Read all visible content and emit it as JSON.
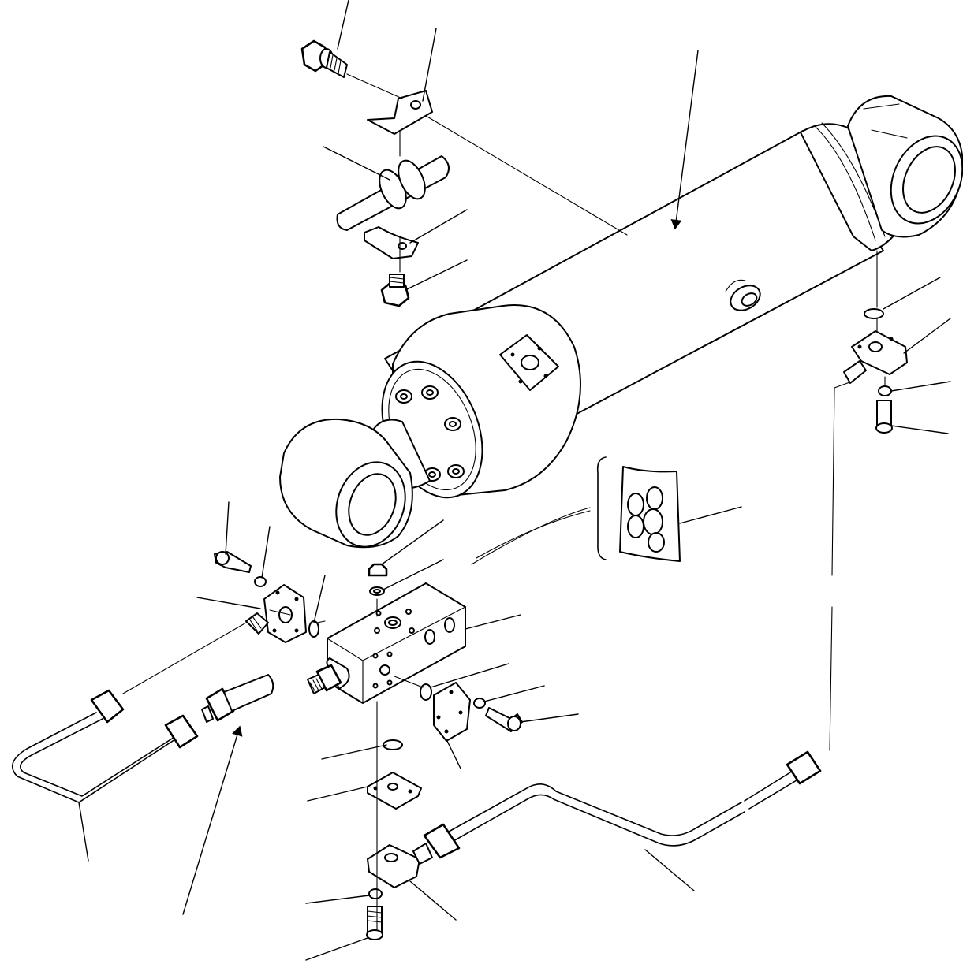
{
  "diagram": {
    "kind": "exploded-parts-view",
    "leaders": [
      {
        "id": "L1",
        "kind": "leader"
      },
      {
        "id": "L2",
        "kind": "leader"
      },
      {
        "id": "L3",
        "kind": "leader-arrow"
      },
      {
        "id": "L4",
        "kind": "leader"
      },
      {
        "id": "L5",
        "kind": "leader"
      },
      {
        "id": "L6",
        "kind": "leader"
      },
      {
        "id": "L7",
        "kind": "leader"
      },
      {
        "id": "L8",
        "kind": "leader"
      },
      {
        "id": "L9",
        "kind": "leader"
      },
      {
        "id": "L10",
        "kind": "leader"
      },
      {
        "id": "L11",
        "kind": "leader"
      },
      {
        "id": "L12",
        "kind": "leader"
      },
      {
        "id": "L13",
        "kind": "leader"
      },
      {
        "id": "L14",
        "kind": "leader"
      },
      {
        "id": "L15",
        "kind": "leader"
      },
      {
        "id": "L16",
        "kind": "leader"
      },
      {
        "id": "L17",
        "kind": "leader"
      },
      {
        "id": "L18",
        "kind": "leader"
      },
      {
        "id": "L19",
        "kind": "leader"
      },
      {
        "id": "L20",
        "kind": "leader"
      },
      {
        "id": "L21",
        "kind": "leader"
      },
      {
        "id": "L22",
        "kind": "leader"
      },
      {
        "id": "L23",
        "kind": "leader"
      },
      {
        "id": "L24",
        "kind": "leader"
      },
      {
        "id": "L25",
        "kind": "leader-arrow"
      },
      {
        "id": "L26",
        "kind": "leader"
      },
      {
        "id": "L27",
        "kind": "leader"
      },
      {
        "id": "L28",
        "kind": "leader"
      },
      {
        "id": "L29",
        "kind": "leader"
      },
      {
        "id": "L30",
        "kind": "leader"
      }
    ],
    "colors": {
      "line": "#000000",
      "background": "#ffffff"
    }
  }
}
